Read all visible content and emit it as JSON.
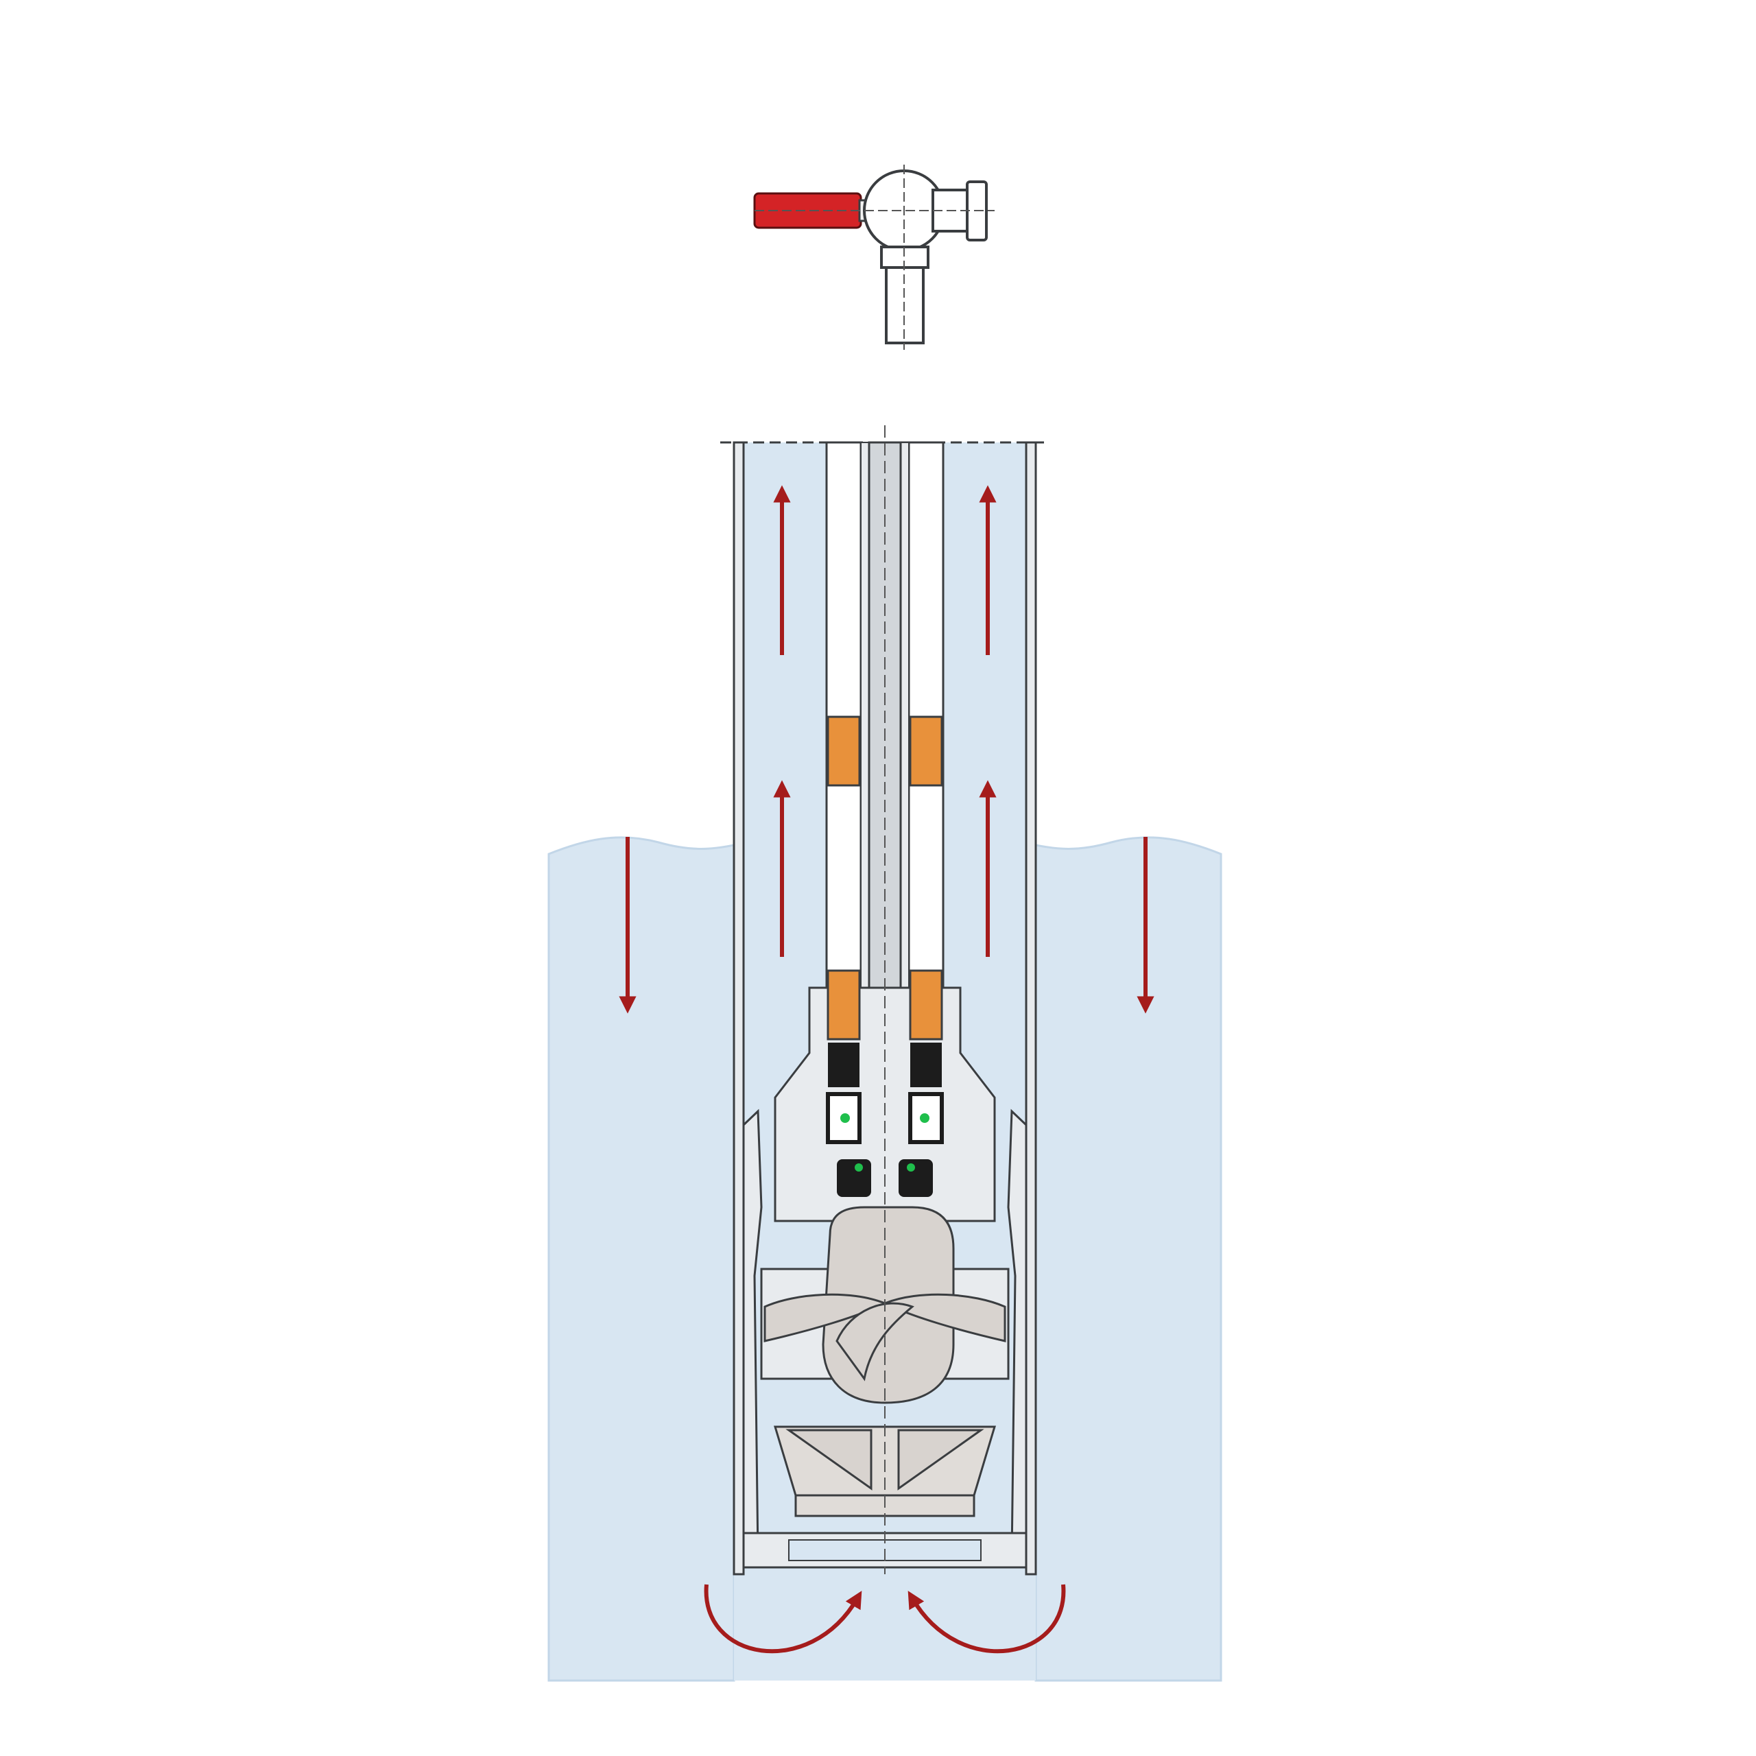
{
  "colors": {
    "background": "#ffffff",
    "water": "#d8e6f2",
    "water_outline": "#c2d6e8",
    "metal_fill": "#e8ebee",
    "metal_dark": "#d2d6da",
    "line": "#3a3d40",
    "flow_arrow": "#a51c1c",
    "valve_handle": "#d42326",
    "bearing": "#e8913b",
    "seal": "#1c1c1c",
    "oring": "#1fbf4c",
    "impeller": "#d8d3cf",
    "centerline": "#555555"
  },
  "components": {
    "valve_icon": "ball-valve-icon",
    "shaft": "drive-shaft",
    "bearings": "guide-bearing-icon",
    "seals": "mechanical-seal-icon",
    "impeller": "screw-impeller-icon",
    "diffuser": "diffuser-vanes-icon"
  },
  "flow": {
    "pipe_annulus": "up",
    "tank_outside": "down",
    "intake": "inward"
  }
}
